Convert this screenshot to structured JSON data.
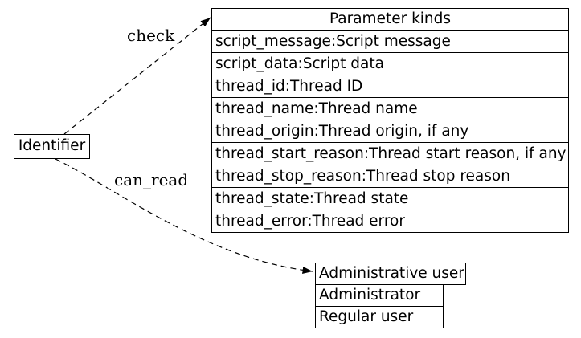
{
  "diagram": {
    "colors": {
      "background": "#ffffff",
      "line": "#000000",
      "text": "#000000"
    },
    "identifier_node": {
      "label": "Identifier"
    },
    "edges": {
      "check": {
        "label": "check",
        "style": "dashed-arrow"
      },
      "can_read": {
        "label": "can_read",
        "style": "dashed-arrow"
      }
    },
    "parameter_kinds": {
      "title": "Parameter kinds",
      "rows": [
        "script_message:Script message",
        "script_data:Script data",
        "thread_id:Thread ID",
        "thread_name:Thread name",
        "thread_origin:Thread origin, if any",
        "thread_start_reason:Thread start reason, if any",
        "thread_stop_reason:Thread stop reason",
        "thread_state:Thread state",
        "thread_error:Thread error"
      ]
    },
    "user_kinds": {
      "title": "Administrative user",
      "rows": [
        "Administrator",
        "Regular user"
      ]
    }
  }
}
